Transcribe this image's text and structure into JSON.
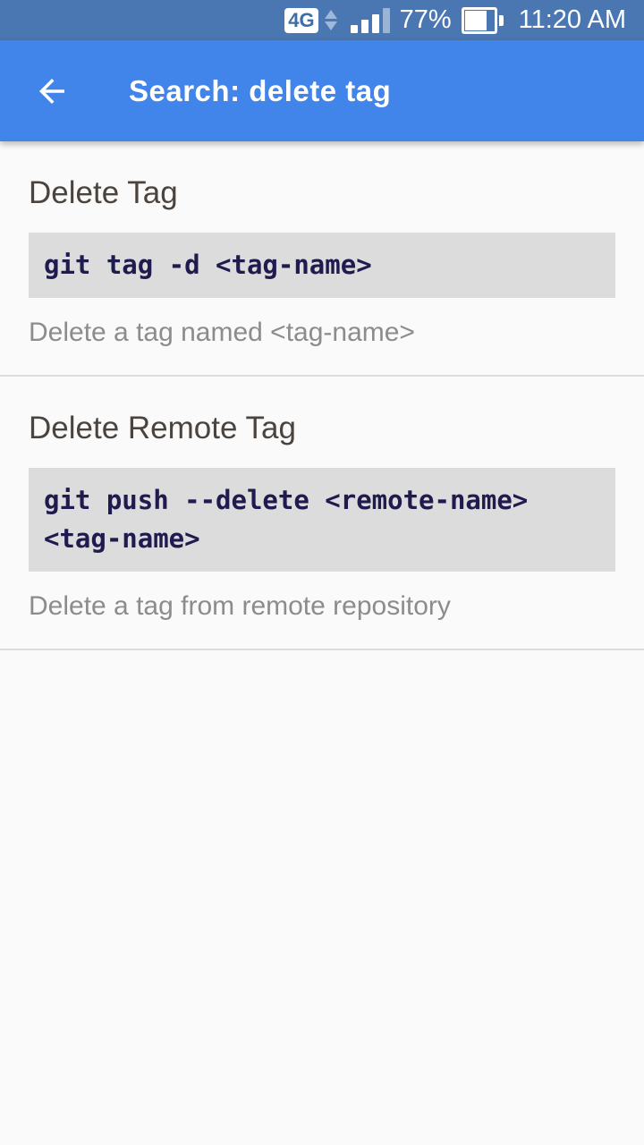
{
  "status_bar": {
    "network": "4G",
    "battery_percent": "77%",
    "time": "11:20 AM"
  },
  "app_bar": {
    "title": "Search: delete tag"
  },
  "results": [
    {
      "title": "Delete Tag",
      "command": "git tag -d <tag-name>",
      "description": "Delete a tag named <tag-name>"
    },
    {
      "title": "Delete Remote Tag",
      "command": "git push --delete <remote-name> <tag-name>",
      "description": "Delete a tag from remote repository"
    }
  ],
  "colors": {
    "status_bar_bg": "#4a77b2",
    "app_bar_bg": "#4184ea",
    "page_bg": "#fafafa",
    "code_bg": "#dcdcdc",
    "code_text": "#1f1b4e",
    "heading_text": "#4b443e",
    "description_text": "#8c8c8c",
    "divider": "#dcdcdc"
  }
}
